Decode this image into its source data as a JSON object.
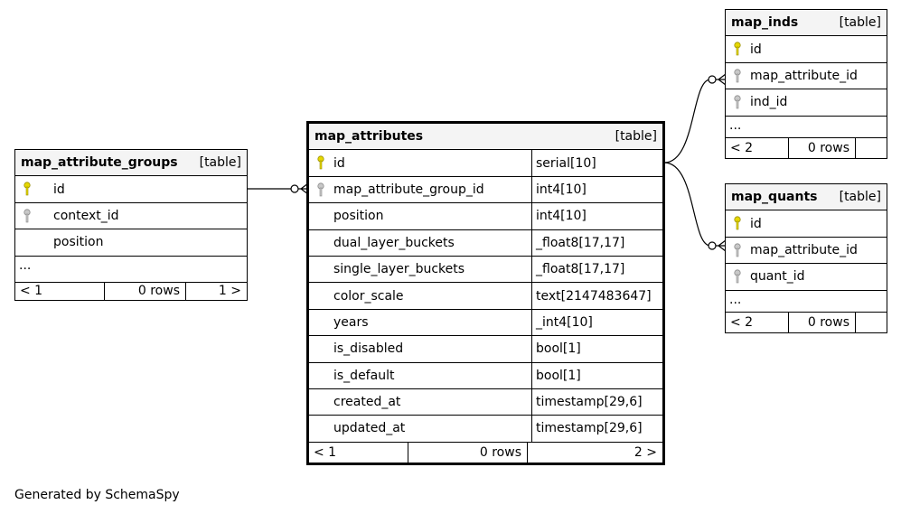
{
  "tables": {
    "map_attribute_groups": {
      "name": "map_attribute_groups",
      "type": "[table]",
      "columns": [
        {
          "name": "id",
          "key": "primary"
        },
        {
          "name": "context_id",
          "key": "foreign"
        },
        {
          "name": "position",
          "key": "none"
        }
      ],
      "ellipsis": "...",
      "footer": {
        "parents": "< 1",
        "rows": "0 rows",
        "children": "1 >"
      }
    },
    "map_attributes": {
      "name": "map_attributes",
      "type": "[table]",
      "columns": [
        {
          "name": "id",
          "type": "serial[10]",
          "key": "primary"
        },
        {
          "name": "map_attribute_group_id",
          "type": "int4[10]",
          "key": "foreign"
        },
        {
          "name": "position",
          "type": "int4[10]",
          "key": "none"
        },
        {
          "name": "dual_layer_buckets",
          "type": "_float8[17,17]",
          "key": "none"
        },
        {
          "name": "single_layer_buckets",
          "type": "_float8[17,17]",
          "key": "none"
        },
        {
          "name": "color_scale",
          "type": "text[2147483647]",
          "key": "none"
        },
        {
          "name": "years",
          "type": "_int4[10]",
          "key": "none"
        },
        {
          "name": "is_disabled",
          "type": "bool[1]",
          "key": "none"
        },
        {
          "name": "is_default",
          "type": "bool[1]",
          "key": "none"
        },
        {
          "name": "created_at",
          "type": "timestamp[29,6]",
          "key": "none"
        },
        {
          "name": "updated_at",
          "type": "timestamp[29,6]",
          "key": "none"
        }
      ],
      "footer": {
        "parents": "< 1",
        "rows": "0 rows",
        "children": "2 >"
      }
    },
    "map_inds": {
      "name": "map_inds",
      "type": "[table]",
      "columns": [
        {
          "name": "id",
          "key": "primary"
        },
        {
          "name": "map_attribute_id",
          "key": "foreign"
        },
        {
          "name": "ind_id",
          "key": "foreign"
        }
      ],
      "ellipsis": "...",
      "footer": {
        "parents": "< 2",
        "rows": "0 rows",
        "children": ""
      }
    },
    "map_quants": {
      "name": "map_quants",
      "type": "[table]",
      "columns": [
        {
          "name": "id",
          "key": "primary"
        },
        {
          "name": "map_attribute_id",
          "key": "foreign"
        },
        {
          "name": "quant_id",
          "key": "foreign"
        }
      ],
      "ellipsis": "...",
      "footer": {
        "parents": "< 2",
        "rows": "0 rows",
        "children": ""
      }
    }
  },
  "relationships": [
    {
      "from": "map_attributes.map_attribute_group_id",
      "to": "map_attribute_groups.id"
    },
    {
      "from": "map_inds.map_attribute_id",
      "to": "map_attributes.id"
    },
    {
      "from": "map_quants.map_attribute_id",
      "to": "map_attributes.id"
    }
  ],
  "colors": {
    "primary_key": "#e6d800",
    "foreign_key": "#b0b0b0",
    "header_bg": "#f4f4f4"
  },
  "credit": "Generated by SchemaSpy"
}
